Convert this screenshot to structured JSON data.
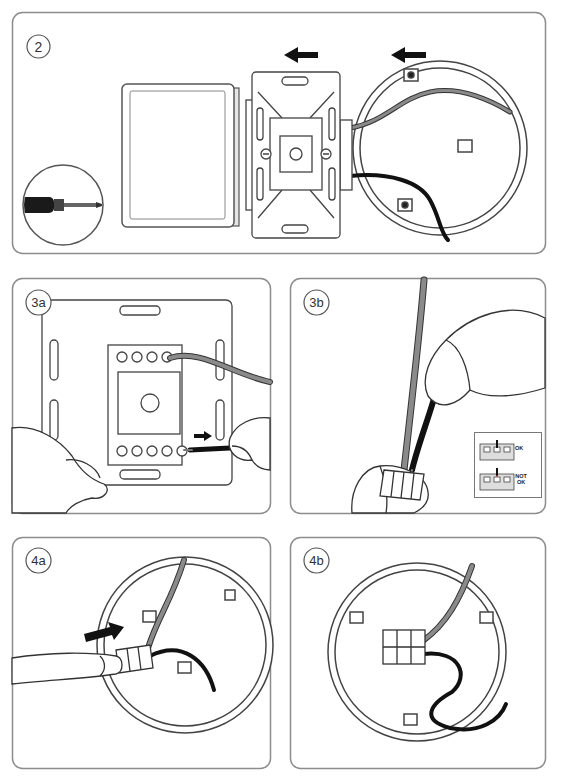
{
  "diagram": {
    "nodes": [
      {
        "text": [
          "2"
        ]
      },
      {
        "text": [
          "3a"
        ]
      },
      {
        "text": [
          "3b"
        ]
      },
      {
        "text": [
          "OK",
          "NOT OK"
        ]
      },
      {
        "text": [
          "4a"
        ]
      },
      {
        "text": [
          "4b"
        ]
      }
    ]
  }
}
